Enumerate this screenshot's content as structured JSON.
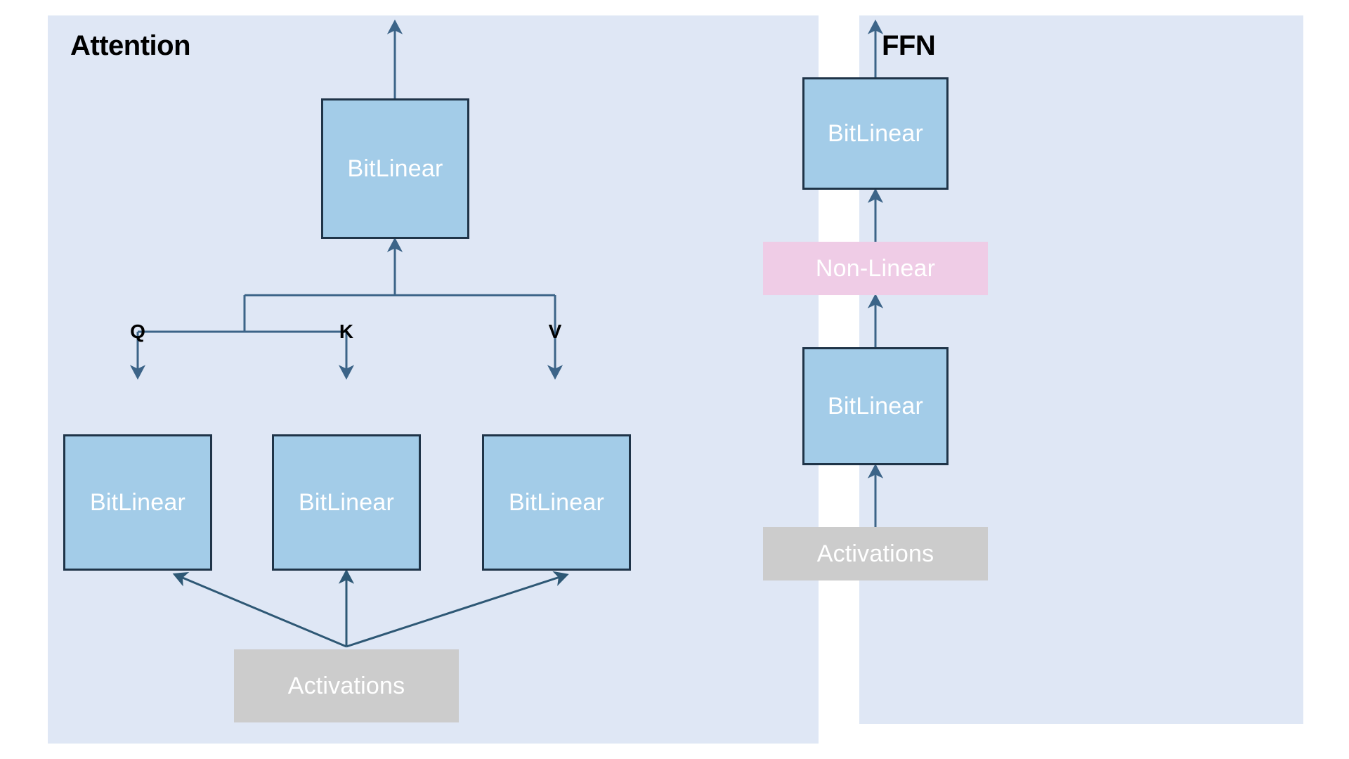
{
  "diagram": {
    "title_attention": "Attention",
    "title_ffn": "FFN",
    "colors": {
      "panel_bg": "#dfe7f5",
      "bitlinear_fill": "#a3cce8",
      "bitlinear_border": "#1f3448",
      "nonlinear_fill": "#efcce6",
      "activations_fill": "#cccccc",
      "arrow": "#3c6488",
      "label_text": "#000000",
      "node_text": "#ffffff",
      "page_bg": "#ffffff"
    }
  },
  "attention": {
    "title": "Attention",
    "output_block": {
      "label": "BitLinear"
    },
    "branch_labels": [
      {
        "key": "q",
        "label": "Q"
      },
      {
        "key": "k",
        "label": "K"
      },
      {
        "key": "v",
        "label": "V"
      }
    ],
    "projection_blocks": [
      {
        "key": "q",
        "label": "BitLinear"
      },
      {
        "key": "k",
        "label": "BitLinear"
      },
      {
        "key": "v",
        "label": "BitLinear"
      }
    ],
    "input_block": {
      "label": "Activations"
    }
  },
  "ffn": {
    "title": "FFN",
    "output_block": {
      "label": "BitLinear"
    },
    "nonlinear_block": {
      "label": "Non-Linear"
    },
    "input_projection_block": {
      "label": "BitLinear"
    },
    "input_block": {
      "label": "Activations"
    }
  }
}
